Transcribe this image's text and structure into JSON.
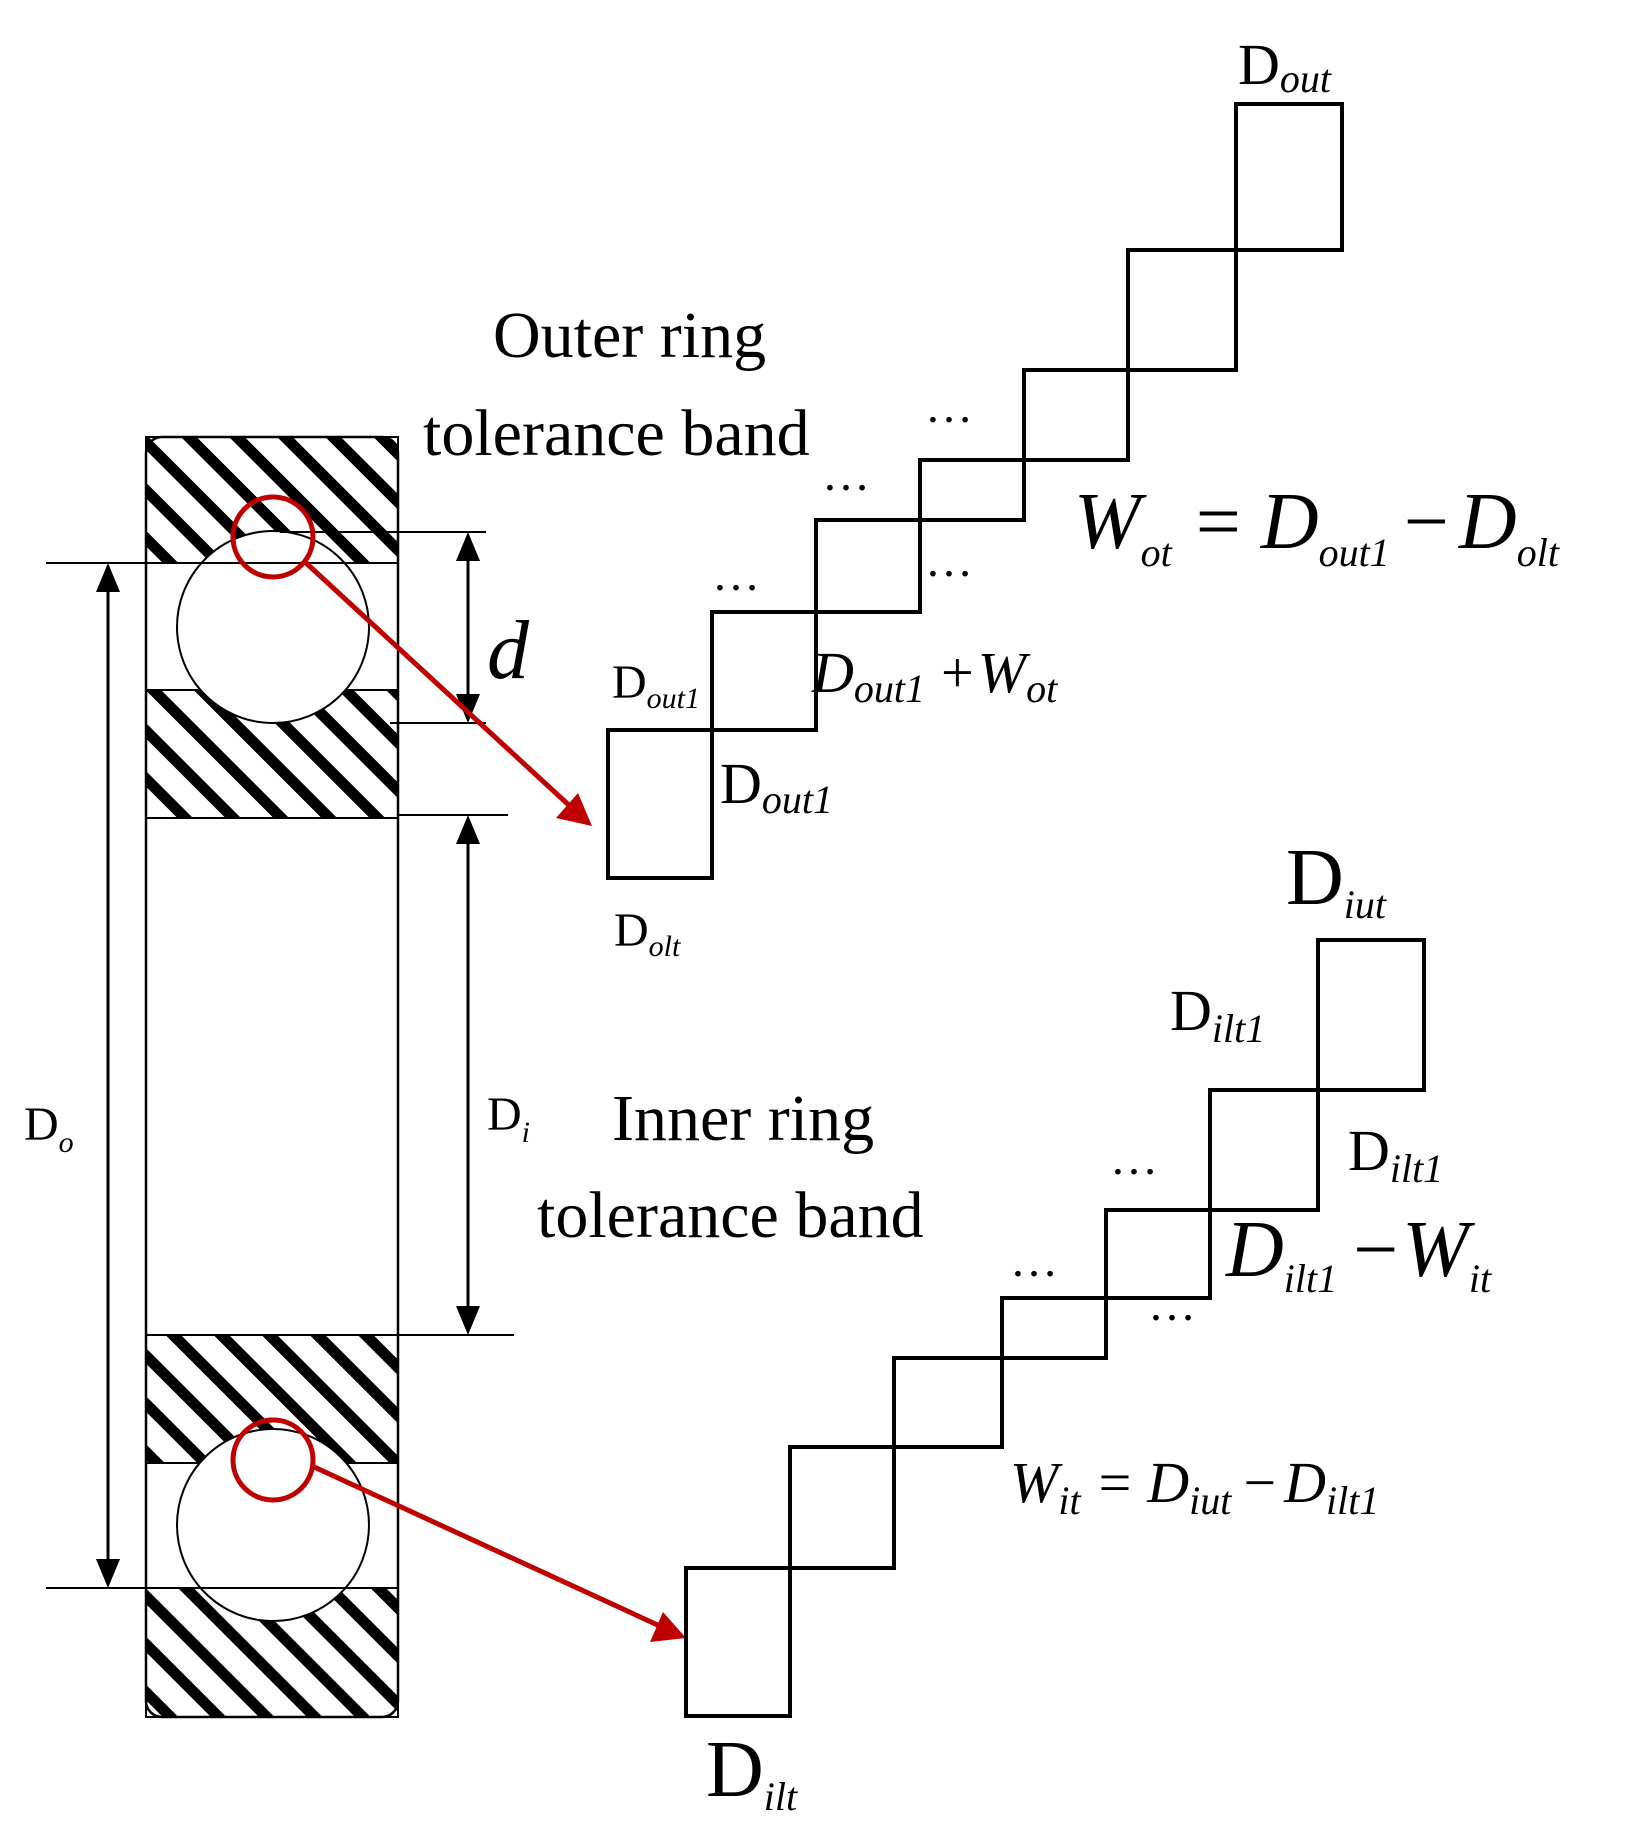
{
  "colors": {
    "accent": "#c00000",
    "line": "#000000"
  },
  "outer_band": {
    "label_line1": "Outer ring",
    "label_line2": "tolerance band",
    "top": {
      "base": "D",
      "sub": "out"
    },
    "bottom": {
      "base": "D",
      "sub": "olt"
    },
    "left_step": {
      "base": "D",
      "sub": "out1"
    },
    "right_step": {
      "base": "D",
      "sub": "out1"
    },
    "mid": {
      "base": "D",
      "sub": "out1",
      "op": "+",
      "var": "W",
      "var_sub": "ot"
    },
    "formula": {
      "lhs": "W",
      "lhs_sub": "ot",
      "eq": "=",
      "a": "D",
      "a_sub": "out1",
      "op": "−",
      "b": "D",
      "b_sub": "olt"
    },
    "ellipsis": "…"
  },
  "inner_band": {
    "label_line1": "Inner ring",
    "label_line2": "tolerance band",
    "top": {
      "base": "D",
      "sub": "iut"
    },
    "bottom": {
      "base": "D",
      "sub": "ilt"
    },
    "left_step": {
      "base": "D",
      "sub": "ilt1"
    },
    "right_step": {
      "base": "D",
      "sub": "ilt1"
    },
    "mid": {
      "base": "D",
      "sub": "ilt1",
      "op": "−",
      "var": "W",
      "var_sub": "it"
    },
    "formula": {
      "lhs": "W",
      "lhs_sub": "it",
      "eq": "=",
      "a": "D",
      "a_sub": "iut",
      "op": "−",
      "b": "D",
      "b_sub": "ilt1"
    },
    "ellipsis": "…"
  },
  "bearing": {
    "ball_dim": "d",
    "outer_dim": {
      "base": "D",
      "sub": "o"
    },
    "inner_dim": {
      "base": "D",
      "sub": "i"
    }
  }
}
